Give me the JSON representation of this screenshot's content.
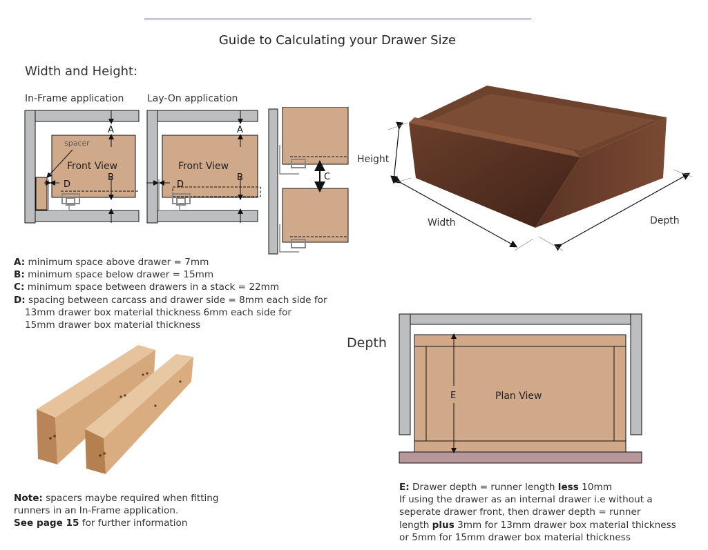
{
  "header": {
    "title": "Guide to Calculating your Drawer Size"
  },
  "width_height": {
    "heading": "Width and Height:",
    "in_frame_caption": "In-Frame application",
    "lay_on_caption": "Lay-On application",
    "diagram_labels": {
      "a": "A",
      "b": "B",
      "c": "C",
      "d": "D",
      "front_view": "Front View",
      "spacer": "spacer"
    },
    "notes": [
      {
        "key": "A:",
        "text": " minimum space above drawer = 7mm"
      },
      {
        "key": "B:",
        "text": " minimum space below drawer = 15mm"
      },
      {
        "key": "C:",
        "text": " minimum space between drawers in a stack = 22mm"
      },
      {
        "key": "D:",
        "text": " spacing between carcass and drawer side = 8mm each side for"
      }
    ],
    "note_d_line2": "13mm drawer box material thickness 6mm each side for",
    "note_d_line3": "15mm drawer box material thickness"
  },
  "drawer_photo": {
    "height_label": "Height",
    "width_label": "Width",
    "depth_label": "Depth"
  },
  "spacer_note": {
    "note_key": "Note:",
    "line1": " spacers maybe required when fitting",
    "line2": "runners in an In-Frame application.",
    "see_key": "See page 15",
    "line3": " for further information"
  },
  "depth_section": {
    "heading": "Depth",
    "plan_view": "Plan View",
    "e_label": "E",
    "e_key": "E:",
    "e_text1": " Drawer depth = runner length ",
    "e_bold": "less",
    "e_text2": " 10mm",
    "line2": "If using the drawer as an internal drawer i.e without a",
    "line3": "seperate drawer front, then drawer depth = runner",
    "line4_a": "length ",
    "line4_bold": "plus",
    "line4_b": " 3mm for 13mm drawer box material thickness",
    "line5": "or 5mm for 15mm drawer box material thickness"
  },
  "colors": {
    "rule": "#5b3a86",
    "wood_panel": "#cfa98a",
    "carcass_grey": "#bcbec0",
    "floor": "#b8979a",
    "walnut": "#5a3424"
  }
}
